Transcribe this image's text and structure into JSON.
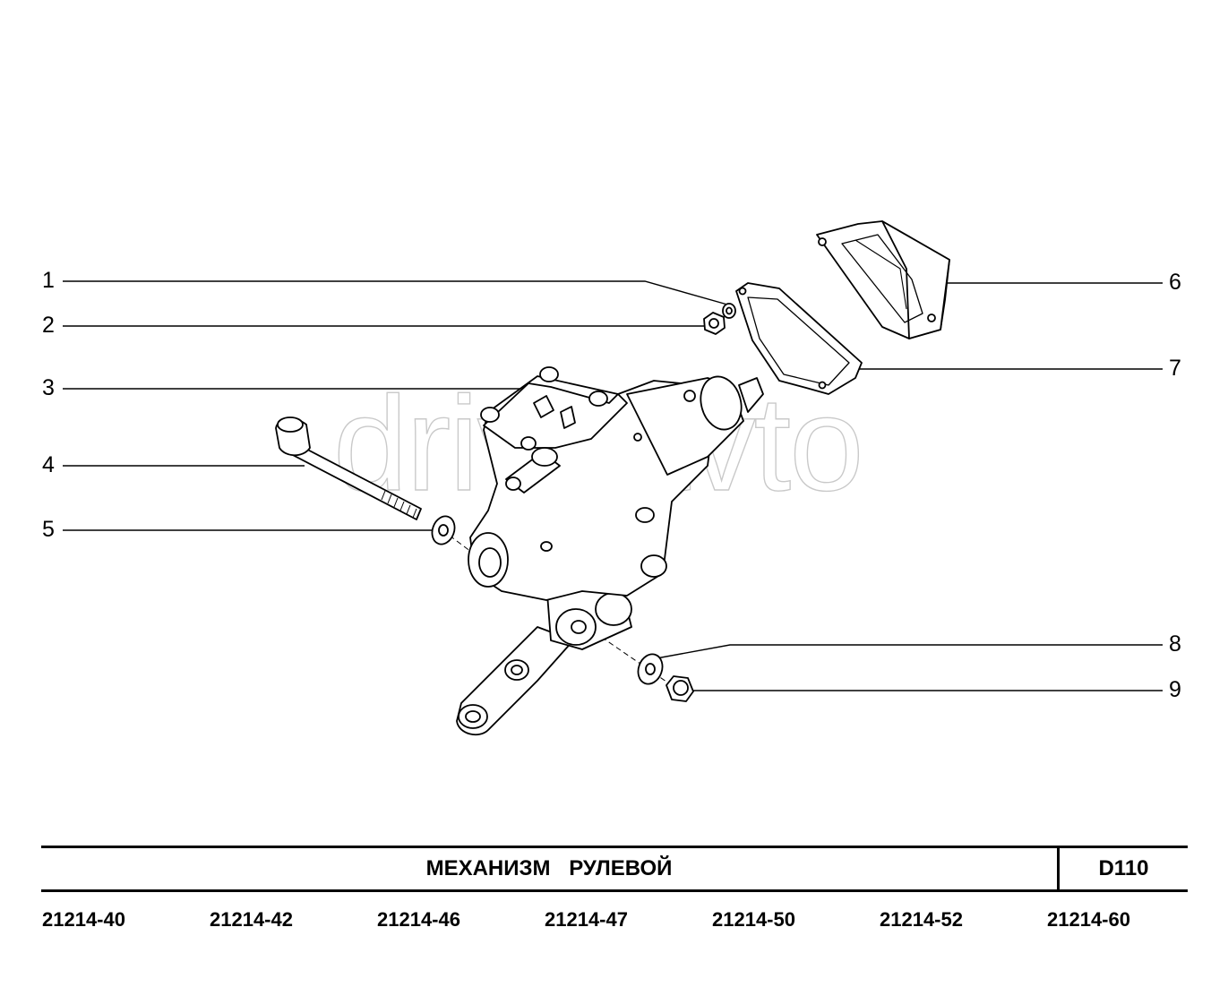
{
  "watermark": "driveavto",
  "callouts": [
    "1",
    "2",
    "3",
    "4",
    "5",
    "6",
    "7",
    "8",
    "9"
  ],
  "title_block": {
    "title": "МЕХАНИЗМ   РУЛЕВОЙ",
    "code": "D110"
  },
  "models": [
    "21214-40",
    "21214-42",
    "21214-46",
    "21214-47",
    "21214-50",
    "21214-52",
    "21214-60"
  ]
}
